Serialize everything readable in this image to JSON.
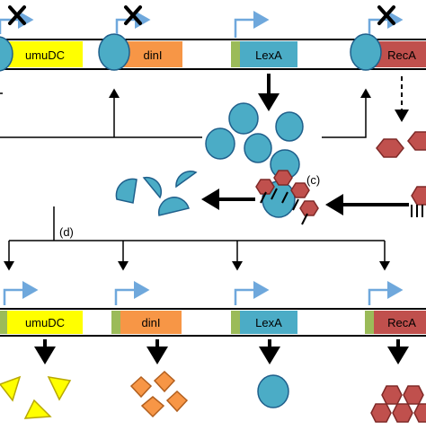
{
  "genes": {
    "umuDC": "umuDC",
    "dinI": "dinI",
    "lexA": "LexA",
    "recA": "RecA"
  },
  "labels": {
    "c": "(c)",
    "d": "(d)"
  },
  "colors": {
    "umuDC": "#ffff00",
    "dinI": "#f79646",
    "lexA": "#4bacc6",
    "recA": "#c0504d",
    "lexA_protein": "#4bacc6",
    "operator": "#9bbb59",
    "promoter_arrow": "#6fa8dc",
    "repression_x": "#000000"
  },
  "icons": {
    "repression": "x-mark-icon",
    "promoter": "bent-arrow-icon",
    "lexA_monomer": "circle",
    "lexA_fragment": "half-circle",
    "recA_filament": "hexagon",
    "umuDC_product": "triangle",
    "dinI_product": "diamond"
  }
}
